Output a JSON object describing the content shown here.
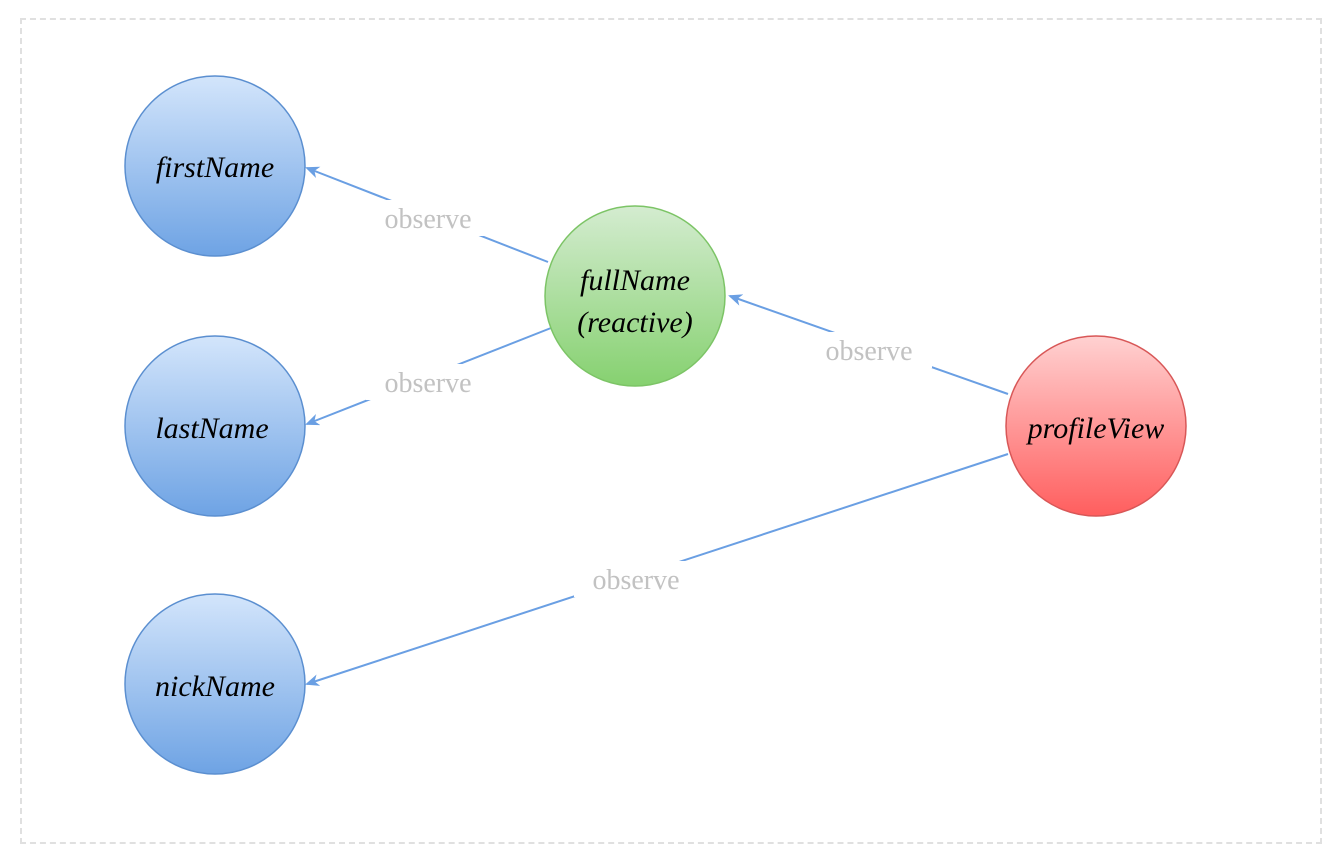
{
  "nodes": {
    "firstName": {
      "label": "firstName",
      "type": "blue"
    },
    "lastName": {
      "label": "lastName",
      "type": "blue"
    },
    "nickName": {
      "label": "nickName",
      "type": "blue"
    },
    "fullName": {
      "label_line1": "fullName",
      "label_line2": "(reactive)",
      "type": "green"
    },
    "profileView": {
      "label": "profileView",
      "type": "red"
    }
  },
  "edges": [
    {
      "from": "fullName",
      "to": "firstName",
      "label": "observe"
    },
    {
      "from": "fullName",
      "to": "lastName",
      "label": "observe"
    },
    {
      "from": "profileView",
      "to": "fullName",
      "label": "observe"
    },
    {
      "from": "profileView",
      "to": "nickName",
      "label": "observe"
    }
  ],
  "colors": {
    "blue_top": "#d3e5fb",
    "blue_bottom": "#6ea3e4",
    "blue_stroke": "#5b8fd0",
    "green_top": "#d4ecd0",
    "green_bottom": "#86d170",
    "green_stroke": "#7cc466",
    "red_top": "#ffd1d1",
    "red_bottom": "#ff5e5e",
    "red_stroke": "#d85757",
    "edge": "#6a9fe3",
    "edge_label": "#c2c2c2"
  }
}
